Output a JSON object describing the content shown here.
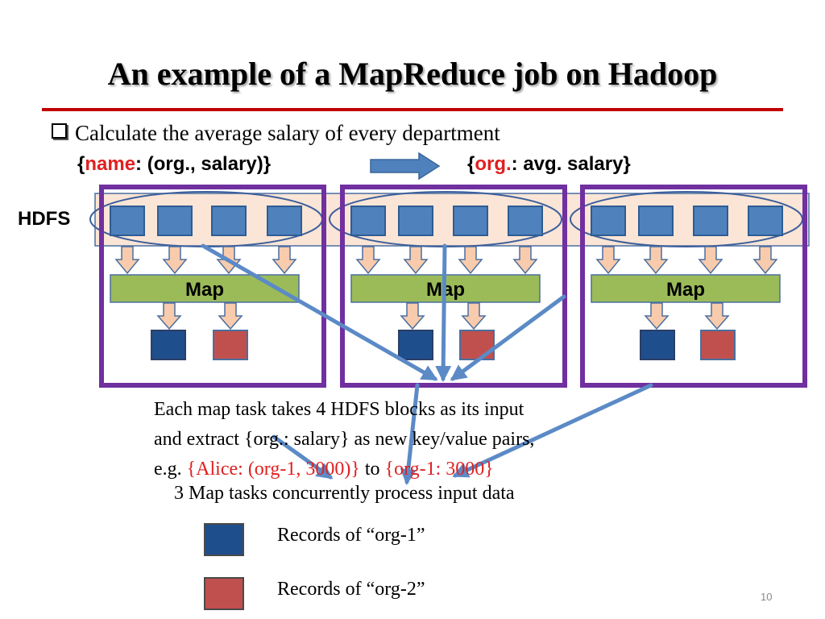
{
  "slide": {
    "title": "An example of a MapReduce job on Hadoop",
    "bullet": "Calculate the average salary of every department",
    "input_pair": {
      "open": "{",
      "key": "name",
      "rest": ":  (org., salary)}"
    },
    "output_pair": {
      "open": "{",
      "key": "org.",
      "rest": ":  avg. salary}"
    },
    "hdfs_label": "HDFS",
    "map_labels": [
      "Map",
      "Map",
      "Map"
    ],
    "description": {
      "line1": "Each map task takes 4 HDFS blocks as its input",
      "line2": "and extract {org.: salary} as new key/value pairs,",
      "line3_prefix": "e.g. ",
      "example_from": "{Alice: (org-1, 3000)}",
      "to_word": " to ",
      "example_to": "{org-1: 3000}"
    },
    "concurrency_note": "3 Map tasks concurrently process input data",
    "legend": [
      {
        "label": "Records of “org-1”",
        "color": "#1f4e8c"
      },
      {
        "label": "Records of “org-2”",
        "color": "#c0504d"
      }
    ],
    "page_number": "10"
  },
  "colors": {
    "title_rule": "#c00000",
    "hdfs_band": "#fbe5d6",
    "hdfs_block": "#4f81bd",
    "map_box": "#9bbb59",
    "task_border": "#7030a0",
    "arrow_fill": "#f8cbad",
    "flow_line": "#5b8ac6",
    "record_org1": "#1f4e8c",
    "record_org2": "#c0504d",
    "highlight_red": "#e02020"
  }
}
